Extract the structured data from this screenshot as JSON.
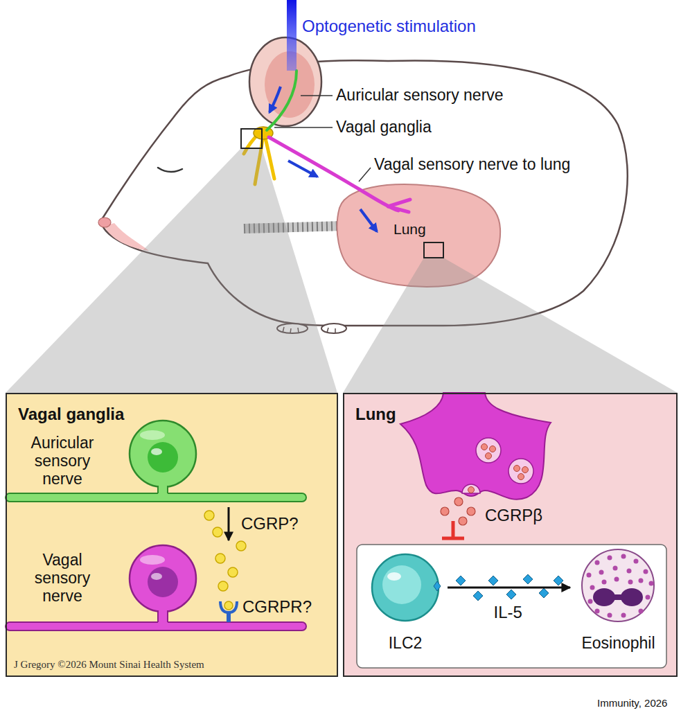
{
  "diagram": {
    "nodes": [
      {
        "text": [
          "Vagal ganglia"
        ]
      },
      {
        "text": [
          "Auricular sensory nerve"
        ],
        "in": 0
      },
      {
        "text": [
          "Vagal sensory nerve"
        ],
        "in": 0
      },
      {
        "text": [
          "Lung"
        ]
      },
      {
        "text": [
          "ILC2"
        ],
        "in": 3
      },
      {
        "text": [
          "Eosinophil"
        ],
        "in": 3
      }
    ],
    "edges": [
      {
        "from": 1,
        "to": 2,
        "arrow": "to",
        "label": "CGRP?"
      },
      {
        "from": 4,
        "to": 5,
        "arrow": "to",
        "label": "IL-5"
      }
    ],
    "labels": [
      "Optogenetic stimulation",
      "Auricular sensory nerve",
      "Vagal ganglia",
      "Vagal sensory nerve to lung",
      "Lung",
      "CGRPR?",
      "CGRPβ",
      "J Gregory ©2026 Mount Sinai Health System",
      "Immunity, 2026"
    ]
  }
}
